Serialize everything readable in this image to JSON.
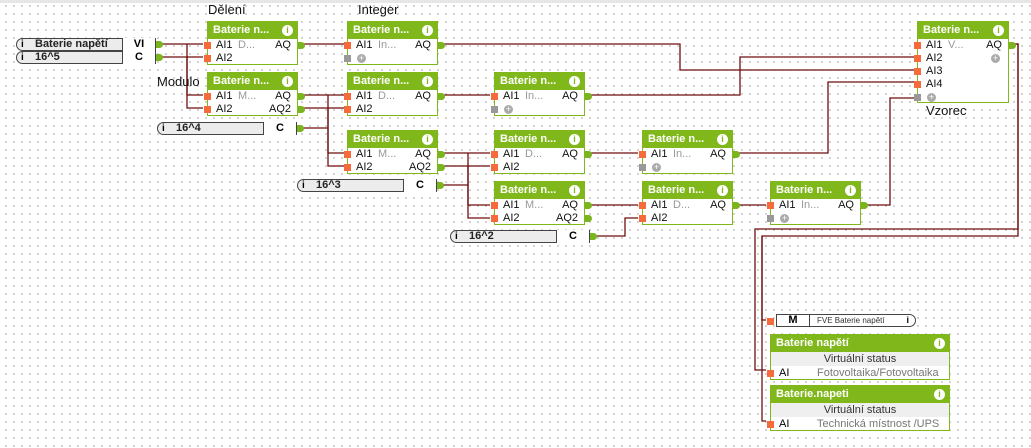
{
  "labels": {
    "deleni": "Dělení",
    "integer": "Integer",
    "modulo": "Modulo",
    "vzorec": "Vzorec"
  },
  "constants": [
    {
      "name": "Baterie napětí",
      "value": "VI"
    },
    {
      "name": "16^5",
      "value": "C"
    },
    {
      "name": "16^4",
      "value": "C"
    },
    {
      "name": "16^3",
      "value": "C"
    },
    {
      "name": "16^2",
      "value": "C"
    }
  ],
  "block_title": "Baterie n...",
  "ports": {
    "ai1": "AI1",
    "ai2": "AI2",
    "ai3": "AI3",
    "ai4": "AI4",
    "aq": "AQ",
    "aq2": "AQ2",
    "ai": "AI"
  },
  "block_types": {
    "div": "D...",
    "mod": "M...",
    "int": "In...",
    "formula": "V..."
  },
  "info_glyph": "i",
  "plus_glyph": "+",
  "memory": {
    "tag": "M",
    "name": "FVE Baterie napětí"
  },
  "virtual_status": [
    {
      "title": "Baterie napětí",
      "subtitle": "Virtuální status",
      "port": "AI",
      "location": "Fotovoltaika/Fotovoltaika"
    },
    {
      "title": "Baterie.napeti",
      "subtitle": "Virtuální status",
      "port": "AI",
      "location": "Technická místnost /UPS"
    }
  ],
  "colors": {
    "block_green": "#80b81c",
    "input_pin": "#f56b3c",
    "wire": "#6e0e0e"
  }
}
